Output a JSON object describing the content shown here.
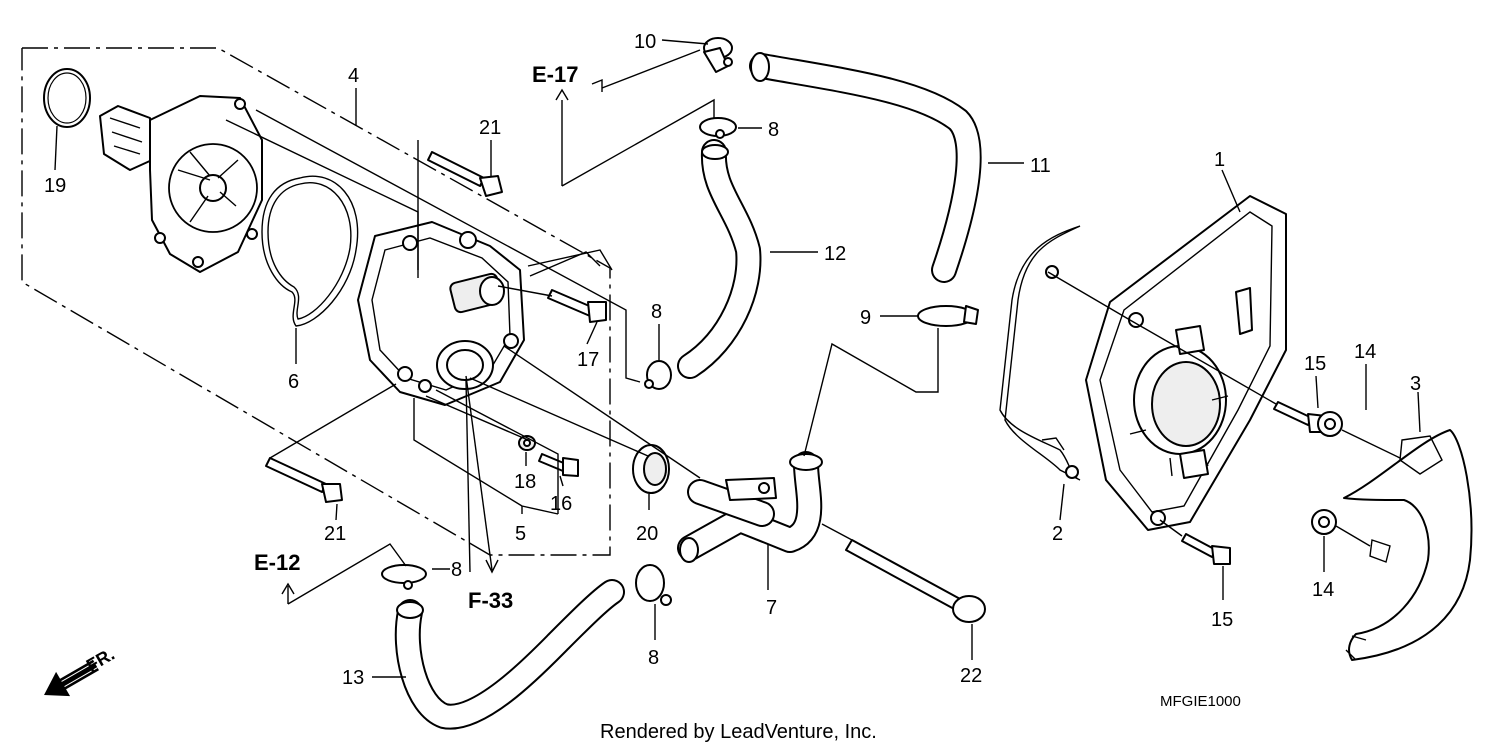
{
  "callouts": [
    {
      "id": "c1",
      "label": "1"
    },
    {
      "id": "c2",
      "label": "2"
    },
    {
      "id": "c3",
      "label": "3"
    },
    {
      "id": "c4",
      "label": "4"
    },
    {
      "id": "c5",
      "label": "5"
    },
    {
      "id": "c6",
      "label": "6"
    },
    {
      "id": "c7",
      "label": "7"
    },
    {
      "id": "c8a",
      "label": "8"
    },
    {
      "id": "c8b",
      "label": "8"
    },
    {
      "id": "c8c",
      "label": "8"
    },
    {
      "id": "c8d",
      "label": "8"
    },
    {
      "id": "c9",
      "label": "9"
    },
    {
      "id": "c10",
      "label": "10"
    },
    {
      "id": "c11",
      "label": "11"
    },
    {
      "id": "c12",
      "label": "12"
    },
    {
      "id": "c13",
      "label": "13"
    },
    {
      "id": "c14a",
      "label": "14"
    },
    {
      "id": "c14b",
      "label": "14"
    },
    {
      "id": "c15a",
      "label": "15"
    },
    {
      "id": "c15b",
      "label": "15"
    },
    {
      "id": "c16",
      "label": "16"
    },
    {
      "id": "c17",
      "label": "17"
    },
    {
      "id": "c18",
      "label": "18"
    },
    {
      "id": "c19",
      "label": "19"
    },
    {
      "id": "c20",
      "label": "20"
    },
    {
      "id": "c21a",
      "label": "21"
    },
    {
      "id": "c21b",
      "label": "21"
    },
    {
      "id": "c22",
      "label": "22"
    }
  ],
  "references": {
    "e17": "E-17",
    "e12": "E-12",
    "f33": "F-33"
  },
  "direction_label": "FR.",
  "diagram_code": "MFGIE1000",
  "credit": "Rendered by LeadVenture, Inc."
}
